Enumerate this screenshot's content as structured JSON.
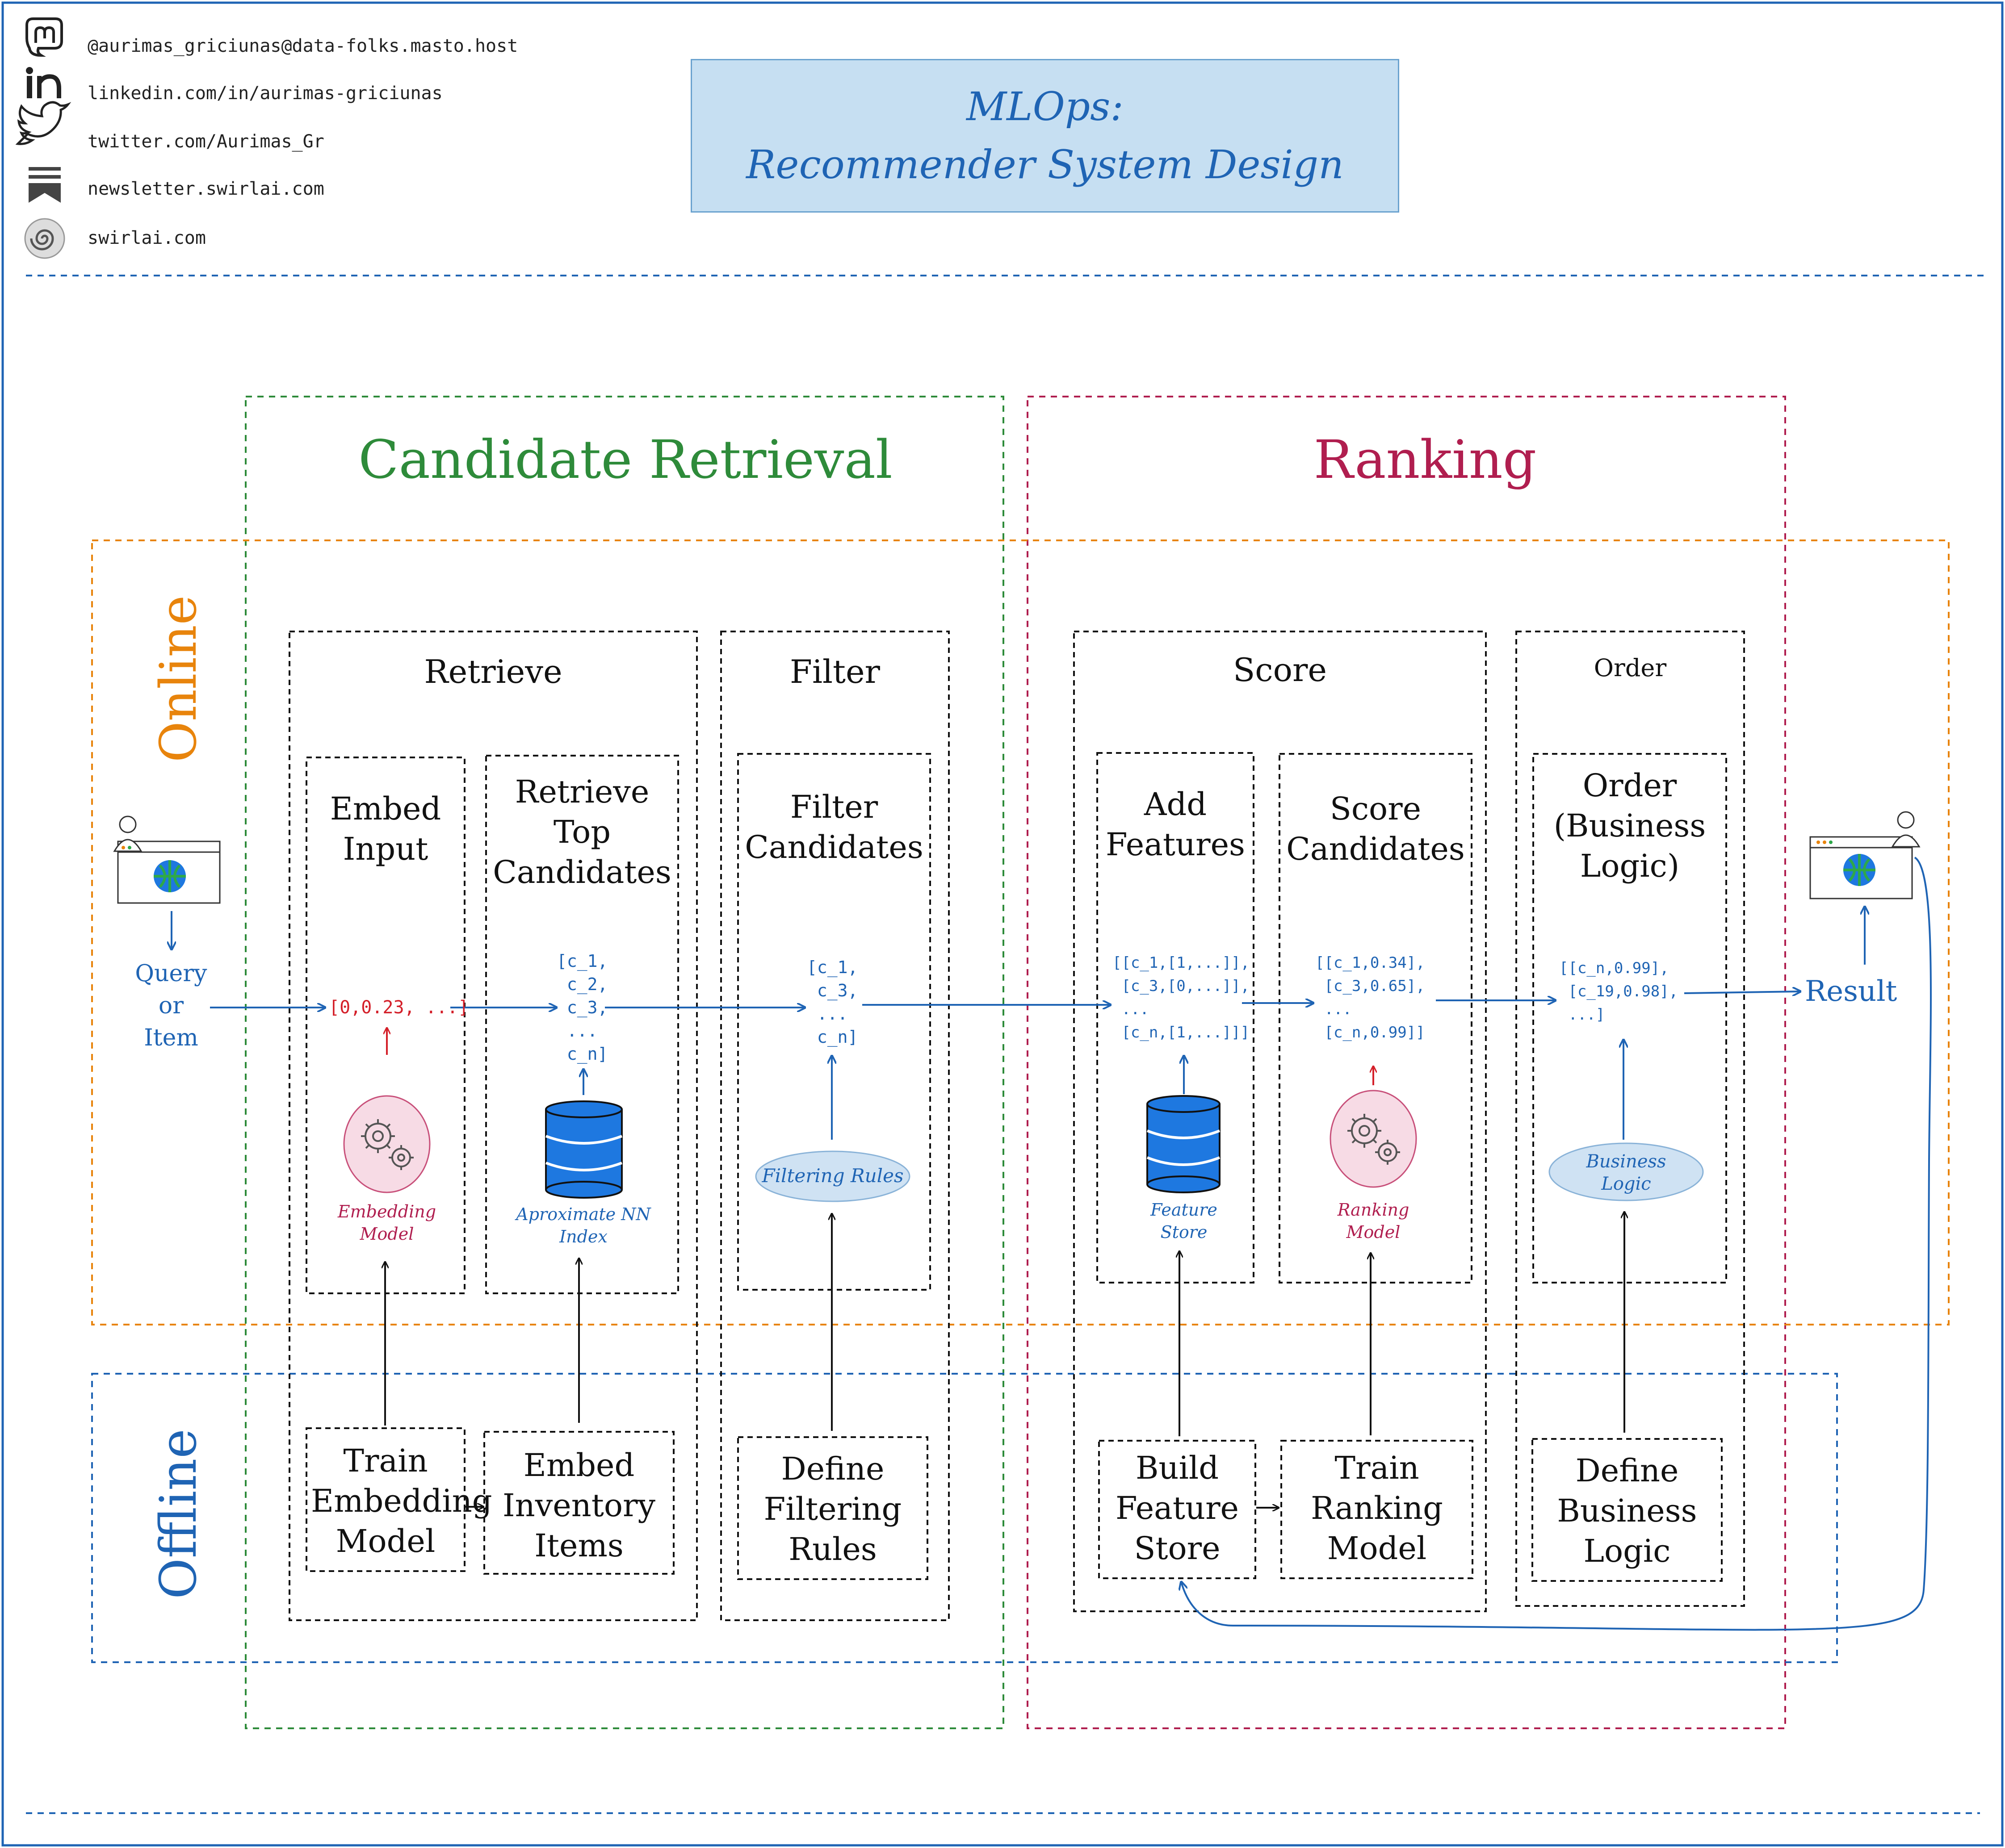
{
  "header": {
    "social_links": [
      {
        "icon": "mastodon-icon",
        "text": "@aurimas_griciunas@data-folks.masto.host"
      },
      {
        "icon": "linkedin-icon",
        "text": "linkedin.com/in/aurimas-griciunas"
      },
      {
        "icon": "twitter-icon",
        "text": "twitter.com/Aurimas_Gr"
      },
      {
        "icon": "newsletter-icon",
        "text": "newsletter.swirlai.com"
      },
      {
        "icon": "swirlai-logo-icon",
        "text": "swirlai.com"
      }
    ],
    "title_line1": "MLOps:",
    "title_line2": "Recommender System Design"
  },
  "sections": {
    "candidate_retrieval": "Candidate Retrieval",
    "ranking": "Ranking",
    "online": "Online",
    "offline": "Offline"
  },
  "stages": {
    "retrieve": "Retrieve",
    "filter": "Filter",
    "score": "Score",
    "order": "Order"
  },
  "steps": {
    "embed_input": "Embed Input",
    "retrieve_top": "Retrieve Top Candidates",
    "filter_candidates": "Filter Candidates",
    "add_features": "Add Features",
    "score_candidates": "Score Candidates",
    "order_business": "Order (Business Logic)"
  },
  "data": {
    "embedding": "[0,0.23, ...]",
    "top_candidates": "[c_1,\n c_2,\n c_3,\n ...\n c_n]",
    "filtered": "[c_1,\n c_3,\n ...\n c_n]",
    "features": "[[c_1,[1,...]],\n [c_3,[0,...]],\n ...\n [c_n,[1,...]]]",
    "scores": "[[c_1,0.34],\n [c_3,0.65],\n ...\n [c_n,0.99]]",
    "ordered": "[[c_n,0.99],\n [c_19,0.98],\n ...]"
  },
  "components": {
    "embedding_model": "Embedding Model",
    "ann_index": "Aproximate NN Index",
    "filtering_rules": "Filtering Rules",
    "feature_store": "Feature Store",
    "ranking_model": "Ranking Model",
    "business_logic": "Business Logic"
  },
  "io": {
    "query": "Query or Item",
    "result": "Result"
  },
  "offline_steps": {
    "train_embedding": "Train Embedding Model",
    "embed_inventory": "Embed Inventory Items",
    "define_filtering": "Define Filtering Rules",
    "build_feature_store": "Build Feature Store",
    "train_ranking": "Train Ranking Model",
    "define_business": "Define Business Logic"
  },
  "colors": {
    "blue": "#1f64b4",
    "green": "#2e8b3a",
    "crimson": "#b01e4f",
    "orange": "#e8840c",
    "red": "#d4202a",
    "title_bg": "#c6dff2"
  }
}
